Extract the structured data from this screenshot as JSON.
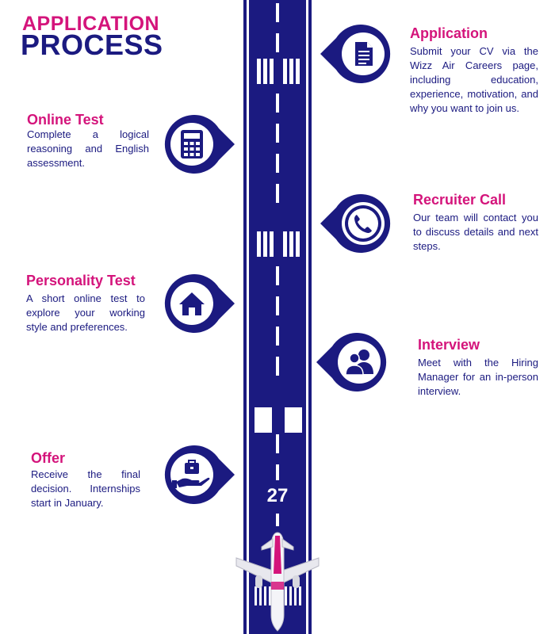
{
  "header": {
    "title_line1": "APPLICATION",
    "title_line2": "PROCESS"
  },
  "runway": {
    "number": "27"
  },
  "colors": {
    "navy": "#1b1a80",
    "magenta": "#d4147b",
    "white": "#ffffff"
  },
  "steps": [
    {
      "title": "Application",
      "icon": "document-icon",
      "description": "Submit your CV via the Wizz Air Careers page, including education, experience, motivation, and why you want to join us."
    },
    {
      "title": "Online Test",
      "icon": "calculator-icon",
      "description": "Complete a logical reasoning and English assessment."
    },
    {
      "title": "Recruiter Call",
      "icon": "phone-icon",
      "description": "Our team will contact you to discuss details and next steps."
    },
    {
      "title": "Personality Test",
      "icon": "home-icon",
      "description": "A short online test to explore your working style and preferences."
    },
    {
      "title": "Interview",
      "icon": "people-icon",
      "description": "Meet with the Hiring Manager for an in-person interview."
    },
    {
      "title": "Offer",
      "icon": "briefcase-hand-icon",
      "description": "Receive the final decision. Internships start in January."
    }
  ]
}
